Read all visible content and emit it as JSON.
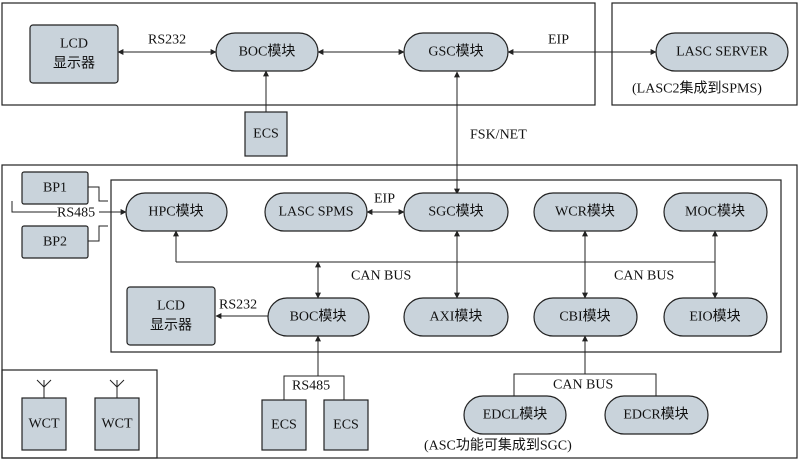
{
  "nodes": {
    "lcd_top": [
      "LCD",
      "显示器"
    ],
    "boc_top": "BOC模块",
    "gsc": "GSC模块",
    "lasc_server": "LASC SERVER",
    "ecs_top": "ECS",
    "bp1": "BP1",
    "bp2": "BP2",
    "hpc": "HPC模块",
    "lasc_spms": "LASC SPMS",
    "sgc": "SGC模块",
    "wcr": "WCR模块",
    "moc": "MOC模块",
    "lcd_bottom": [
      "LCD",
      "显示器"
    ],
    "boc_bottom": "BOC模块",
    "axi": "AXI模块",
    "cbi": "CBI模块",
    "eio": "EIO模块",
    "wct_1": "WCT",
    "wct_2": "WCT",
    "ecs_bottom_1": "ECS",
    "ecs_bottom_2": "ECS",
    "edcl": "EDCL模块",
    "edcr": "EDCR模块"
  },
  "labels": {
    "rs232_top": "RS232",
    "eip_top": "EIP",
    "lasc2_note": "(LASC2集成到SPMS)",
    "fsk_net": "FSK/NET",
    "rs485_left": "RS485",
    "eip_inner": "EIP",
    "can_bus_left": "CAN BUS",
    "can_bus_right": "CAN BUS",
    "rs232_bottom": "RS232",
    "rs485_bottom": "RS485",
    "can_bus_bottom": "CAN BUS",
    "asc_note": "(ASC功能可集成到SGC)"
  }
}
